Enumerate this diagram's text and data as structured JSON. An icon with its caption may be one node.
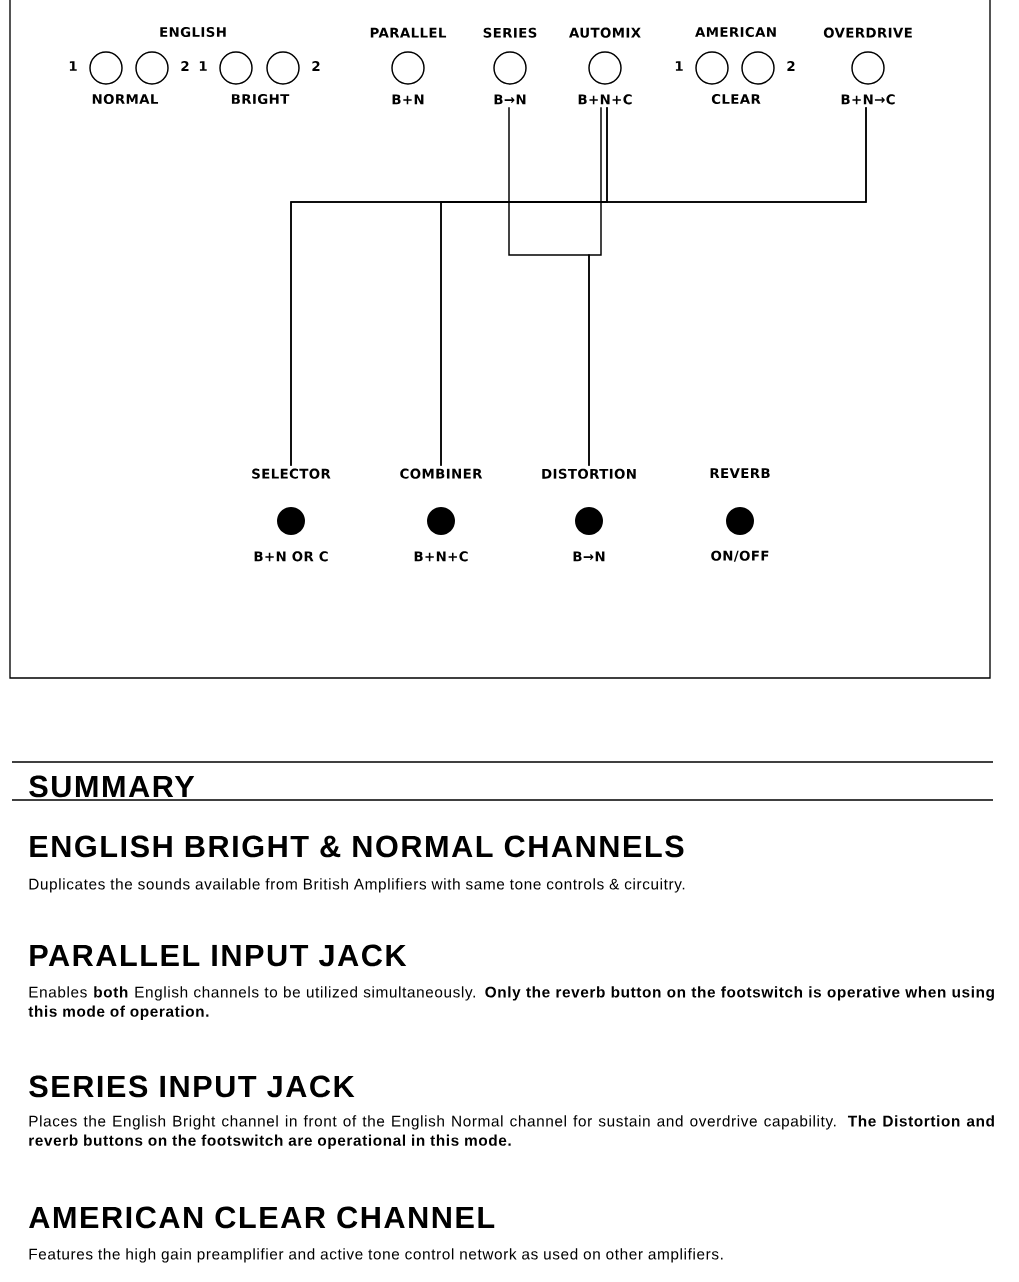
{
  "diagram": {
    "nodes": [
      {
        "text": [],
        "shape": "circle",
        "beside": [
          "1"
        ]
      },
      {
        "text": [],
        "shape": "circle",
        "beside": [
          "2"
        ]
      },
      {
        "text": [],
        "shape": "circle",
        "beside": [
          "1"
        ]
      },
      {
        "text": [],
        "shape": "circle",
        "beside": [
          "2"
        ]
      },
      {
        "text": [
          "PARALLEL",
          "B+N"
        ]
      },
      {
        "text": [
          "SERIES",
          "B→N"
        ]
      },
      {
        "text": [
          "AUTOMIX",
          "B+N+C"
        ]
      },
      {
        "text": [],
        "shape": "circle",
        "beside": [
          "1"
        ]
      },
      {
        "text": [],
        "shape": "circle",
        "beside": [
          "2"
        ]
      },
      {
        "text": [
          "OVERDRIVE",
          "B+N→C"
        ]
      },
      {
        "text": [
          "SELECTOR",
          "B+N OR C"
        ]
      },
      {
        "text": [
          "COMBINER",
          "B+N+C"
        ]
      },
      {
        "text": [
          "DISTORTION",
          "B→N"
        ]
      },
      {
        "text": [
          "REVERB",
          "ON/OFF"
        ]
      }
    ],
    "edges": [
      {
        "from": 9,
        "to": 10,
        "arrow": "none"
      },
      {
        "from": 9,
        "to": 11,
        "arrow": "none"
      },
      {
        "from": 6,
        "to": 10,
        "arrow": "none"
      },
      {
        "from": 6,
        "to": 11,
        "arrow": "none"
      },
      {
        "from": 5,
        "to": 12,
        "arrow": "none"
      },
      {
        "from": 6,
        "to": 12,
        "arrow": "none"
      }
    ],
    "labels": [
      "ENGLISH",
      "NORMAL",
      "BRIGHT",
      "AMERICAN",
      "CLEAR",
      "SUMMARY",
      "ENGLISH BRIGHT & NORMAL CHANNELS",
      "Duplicates the sounds available from British Amplifiers with same tone controls & circuitry.",
      "PARALLEL INPUT JACK",
      "Enables **both** English channels to be utilized simultaneously. **Only the reverb button on the footswitch is operative when using this mode of operation.**",
      "SERIES INPUT JACK",
      "Places the English Bright channel in front of the English Normal channel for sustain and overdrive capability. **The Distortion and reverb buttons on the footswitch are operational in this mode.**",
      "AMERICAN CLEAR CHANNEL",
      "Features the high gain preamplifier and active tone control network as used on other amplifiers."
    ]
  }
}
